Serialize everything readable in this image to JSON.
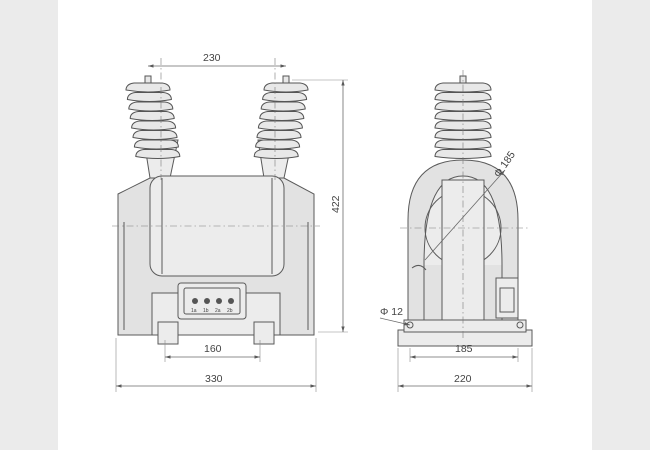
{
  "dimensions": {
    "top_terminal_spacing": "230",
    "height": "422",
    "base_hole_spacing": "160",
    "base_width": "330",
    "insulator_diameter": "Φ 185",
    "side_hole_spacing": "185",
    "side_base_width": "220",
    "mount_hole_diameter": "Φ 12"
  },
  "terminal_labels": [
    "1a",
    "1b",
    "2a",
    "2b"
  ]
}
